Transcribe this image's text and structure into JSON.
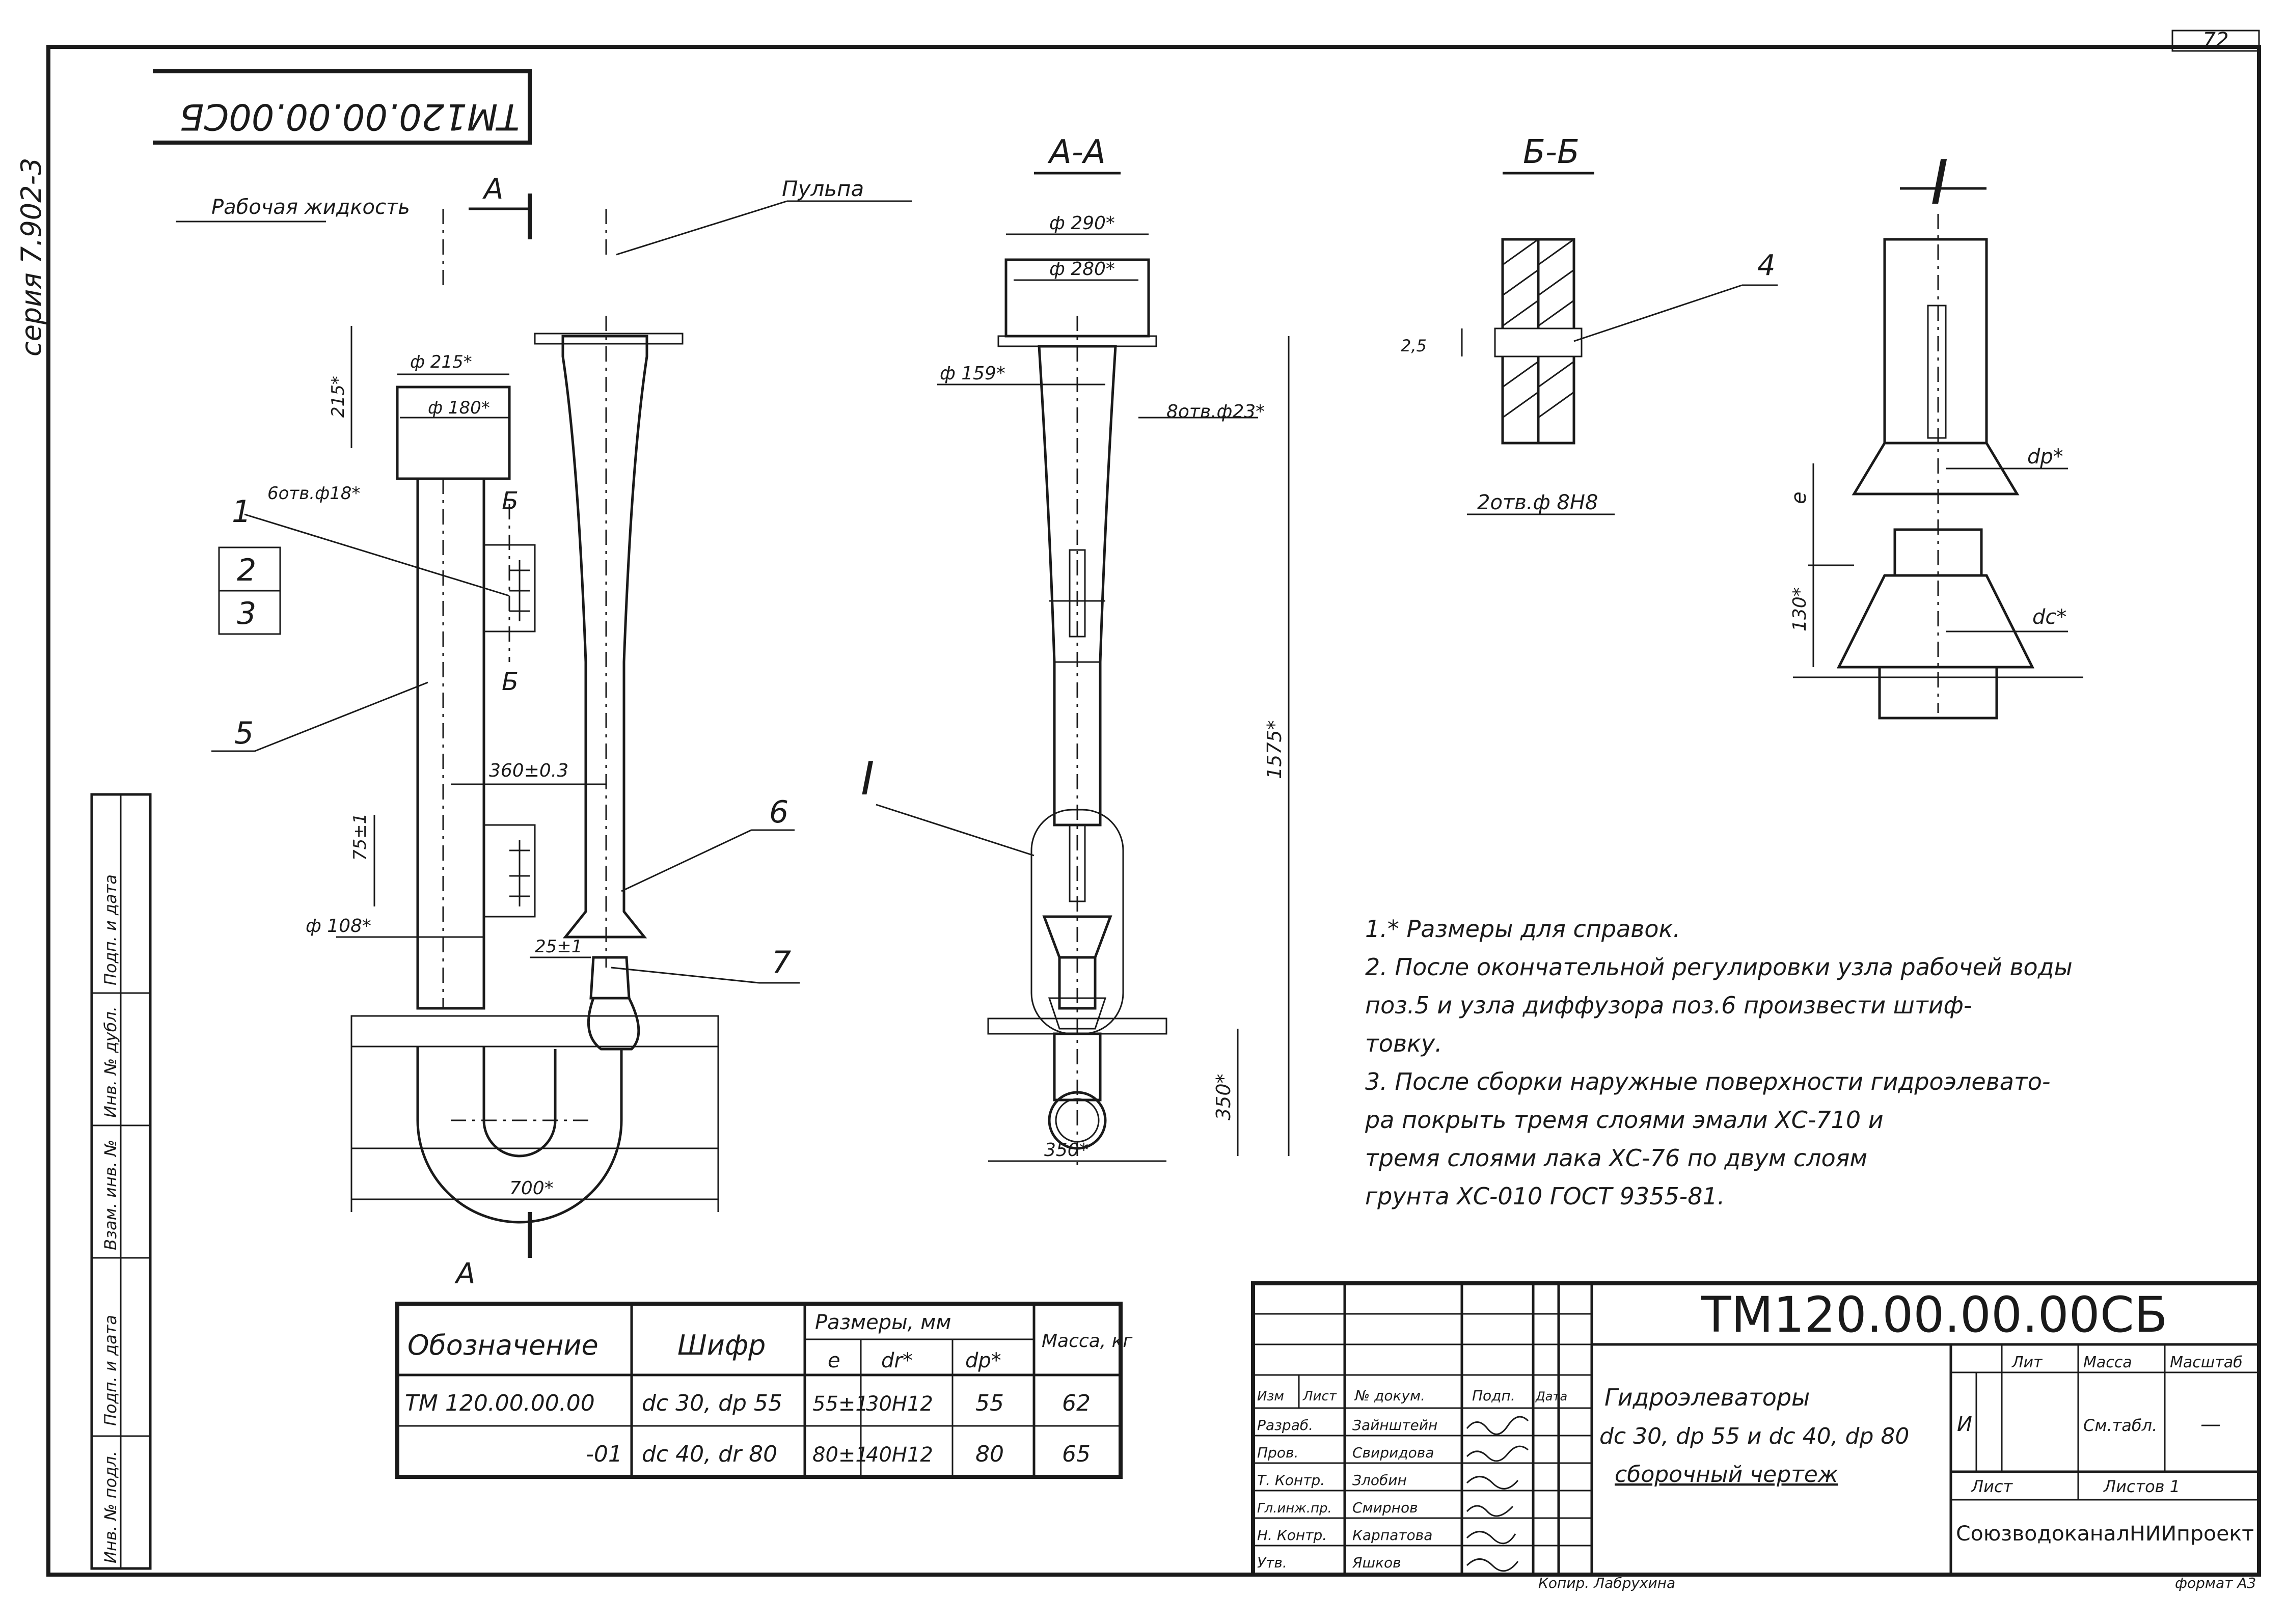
{
  "sheet": {
    "page_number": "72",
    "series": "серия 7.902-3",
    "code_rotated": "ТМ120.00.00.00СБ",
    "format": "формат А3",
    "copied_by": "Копир. Лабрухина"
  },
  "side_stamp": [
    "Инв. № подл.",
    "Подп. и дата",
    "Взам. инв. №",
    "Инв. № дубл.",
    "Подп. и дата"
  ],
  "views": {
    "main": {
      "section_a": "А",
      "label_work": "Рабочая жидкость",
      "label_pulp": "Пульпа",
      "d215": "ф 215*",
      "d180": "ф 180*",
      "h215": "215*",
      "holes18": "6отв.ф18*",
      "pos1": "1",
      "pos2": "2",
      "pos3": "3",
      "pos5": "5",
      "pos6": "6",
      "pos7": "7",
      "sec_b": "Б",
      "d360": "360±0.3",
      "d75": "75±1",
      "d108": "ф 108*",
      "d25": "25±1",
      "w700": "700*"
    },
    "aa": {
      "title": "А-А",
      "d290": "ф 290*",
      "d280": "ф 280*",
      "d159": "ф 159*",
      "holes23": "8отв.ф23*",
      "h1575": "1575*",
      "h350": "350*",
      "w350": "350*",
      "detail_ref": "I"
    },
    "bb": {
      "title": "Б-Б",
      "rough": "2,5",
      "pos4": "4",
      "holes": "2отв.ф 8Н8"
    },
    "detail": {
      "title": "I",
      "dp": "dр*",
      "e": "е",
      "h130": "130*",
      "dc": "dс*"
    }
  },
  "notes": [
    "1.* Размеры для справок.",
    "2. После окончательной регулировки узла рабочей воды",
    "    поз.5  и  узла  диффузора  поз.6  произвести  штиф-",
    "    товку.",
    "3. После  сборки  наружные  поверхности  гидроэлевато-",
    "    ра  покрыть  тремя  слоями  эмали  ХС-710  и",
    "    тремя  слоями    лака  ХС-76  по  двум  слоям",
    "    грунта  ХС-010   ГОСТ 9355-81."
  ],
  "spec_table": {
    "head_designation": "Обозначение",
    "head_code": "Шифр",
    "head_dims": "Размеры,   мм",
    "head_dims_sub": [
      "е",
      "dr*",
      "dр*"
    ],
    "head_mass": "Масса, кг",
    "rows": [
      {
        "designation": "ТМ 120.00.00.00",
        "code": "dс 30,  dр 55",
        "e": "55±1",
        "dr": "30Н12",
        "dp": "55",
        "mass": "62"
      },
      {
        "designation": "-01",
        "code": "dс 40,  dr 80",
        "e": "80±1",
        "dr": "40Н12",
        "dp": "80",
        "mass": "65"
      }
    ]
  },
  "title_block": {
    "code": "ТМ120.00.00.00СБ",
    "name_line1": "Гидроэлеваторы",
    "name_line2": "dс 30, dр 55 и dс 40, dр 80",
    "name_line3": "сборочный чертеж",
    "col_heads": [
      "Изм",
      "Лист",
      "№ докум.",
      "Подп.",
      "Дата"
    ],
    "roles": [
      {
        "role": "Разраб.",
        "name": "Зайнштейн"
      },
      {
        "role": "Пров.",
        "name": "Свиридова"
      },
      {
        "role": "Т. Контр.",
        "name": "Злобин"
      },
      {
        "role": "Гл.инж.пр.",
        "name": "Смирнов"
      },
      {
        "role": "Н. Контр.",
        "name": "Карпатова"
      },
      {
        "role": "Утв.",
        "name": "Яшков"
      }
    ],
    "lit_head": "Лит",
    "mass_head": "Масса",
    "scale_head": "Масштаб",
    "lit_val": "И",
    "mass_val": "См.табл.",
    "scale_val": "—",
    "sheet_head": "Лист",
    "sheets_head": "Листов 1",
    "org": "СоюзводоканалНИИпроект"
  }
}
